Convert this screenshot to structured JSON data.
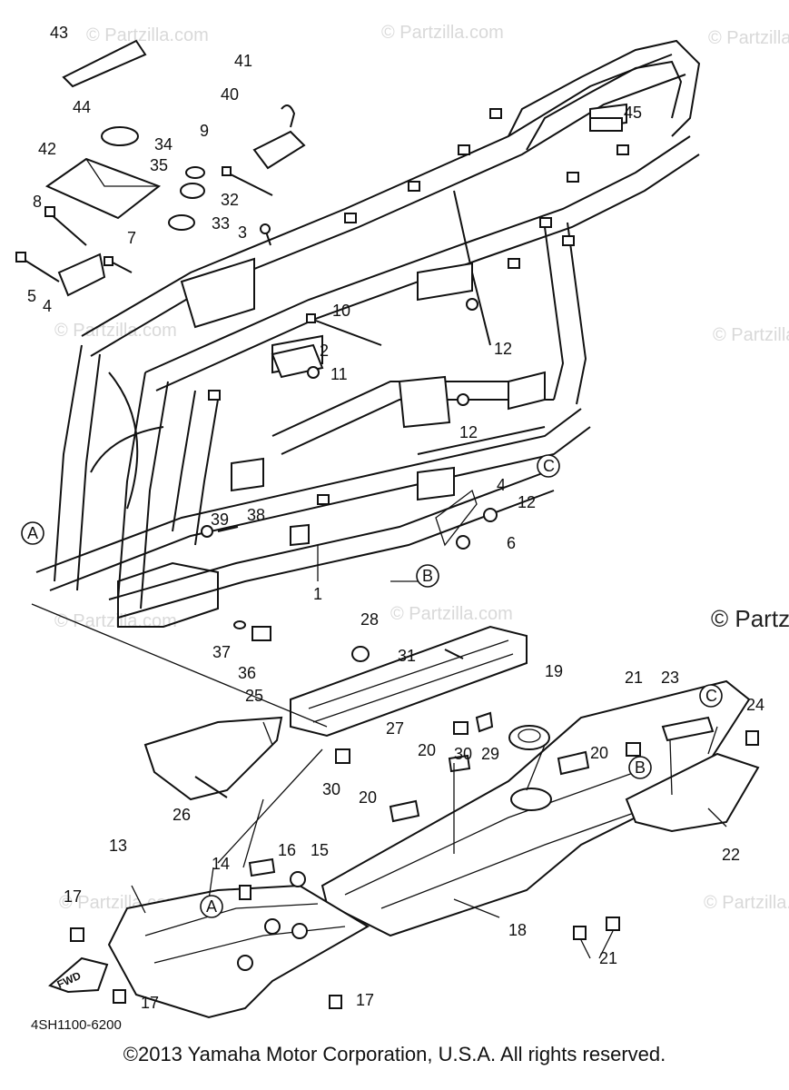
{
  "diagram": {
    "watermarks": [
      "© Partzilla.com",
      "© Partzilla.com",
      "© Partzilla.com",
      "© Partzilla.com",
      "© Partzilla.com",
      "© Partzilla.com",
      "© Partzilla.com",
      "© Partzilla.com",
      "© Partzilla.com"
    ],
    "watermark_large": "© Partz",
    "diagram_code": "4SH1100-6200",
    "fwd_label": "FWD",
    "copyright": "©2013 Yamaha Motor Corporation, U.S.A. All rights reserved.",
    "callouts": {
      "c1": "1",
      "c2": "2",
      "c3": "3",
      "c4a": "4",
      "c4b": "4",
      "c5": "5",
      "c6": "6",
      "c7": "7",
      "c8": "8",
      "c9": "9",
      "c10": "10",
      "c11": "11",
      "c12a": "12",
      "c12b": "12",
      "c12c": "12",
      "c13": "13",
      "c14": "14",
      "c15": "15",
      "c16": "16",
      "c17a": "17",
      "c17b": "17",
      "c17c": "17",
      "c18": "18",
      "c19": "19",
      "c20a": "20",
      "c20b": "20",
      "c20c": "20",
      "c21a": "21",
      "c21b": "21",
      "c22": "22",
      "c23": "23",
      "c24": "24",
      "c25": "25",
      "c26": "26",
      "c27": "27",
      "c28": "28",
      "c29": "29",
      "c30a": "30",
      "c30b": "30",
      "c31": "31",
      "c32": "32",
      "c33": "33",
      "c34": "34",
      "c35": "35",
      "c36": "36",
      "c37": "37",
      "c38": "38",
      "c39": "39",
      "c40": "40",
      "c41": "41",
      "c42": "42",
      "c43": "43",
      "c44": "44",
      "c45": "45"
    },
    "refs": {
      "A1": "A",
      "A2": "A",
      "B1": "B",
      "B2": "B",
      "C1": "C",
      "C2": "C"
    }
  }
}
